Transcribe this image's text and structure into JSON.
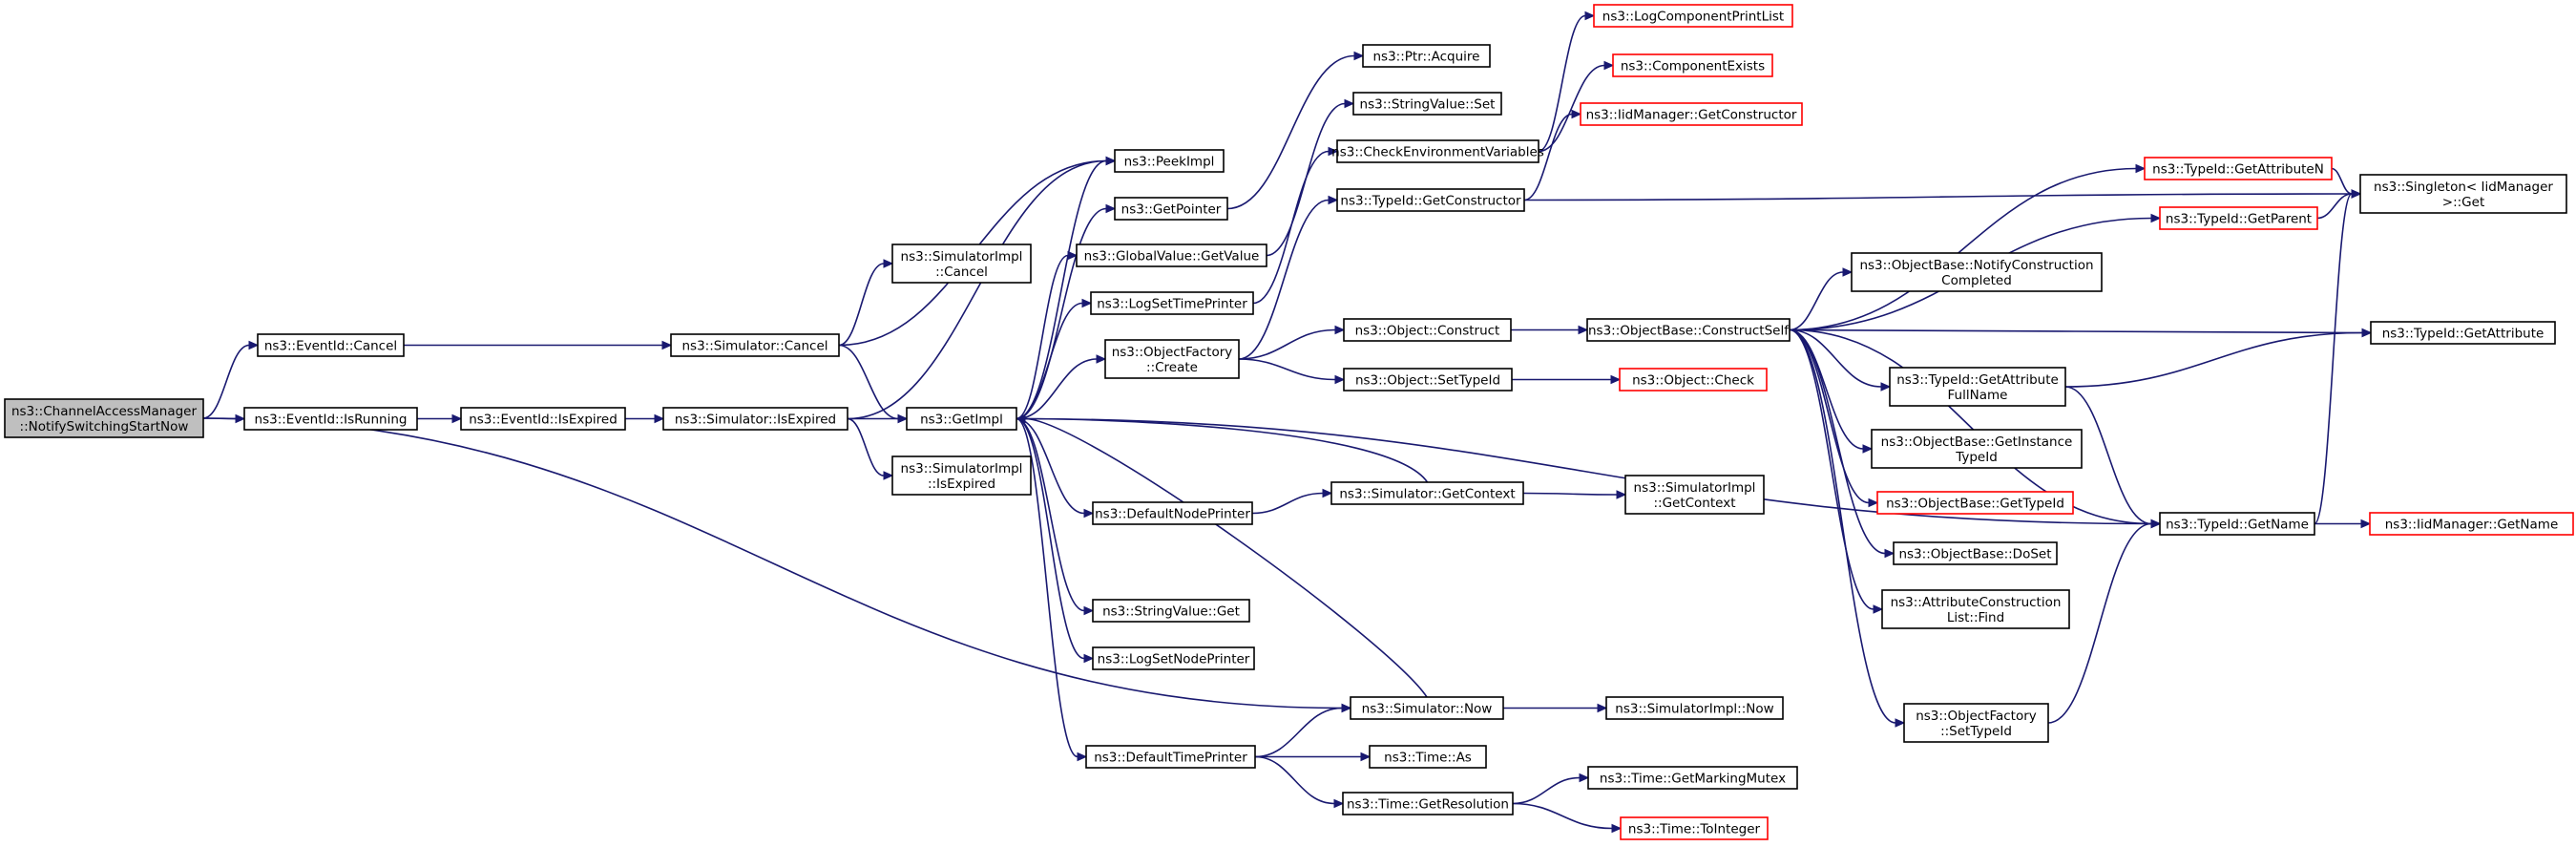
{
  "colors": {
    "edge": "#191970",
    "node_border": "#000000",
    "truncated_border": "#ff0000",
    "root_fill": "#bfbfbf",
    "background": "#ffffff"
  },
  "nodes": [
    {
      "id": "root",
      "lines": [
        "ns3::ChannelAccessManager",
        "::NotifySwitchingStartNow"
      ],
      "style": "root"
    },
    {
      "id": "eventCancel",
      "lines": [
        "ns3::EventId::Cancel"
      ],
      "style": "normal"
    },
    {
      "id": "eventIsRunning",
      "lines": [
        "ns3::EventId::IsRunning"
      ],
      "style": "normal"
    },
    {
      "id": "eventIsExpired",
      "lines": [
        "ns3::EventId::IsExpired"
      ],
      "style": "normal"
    },
    {
      "id": "simCancel",
      "lines": [
        "ns3::Simulator::Cancel"
      ],
      "style": "normal"
    },
    {
      "id": "simIsExpired",
      "lines": [
        "ns3::Simulator::IsExpired"
      ],
      "style": "normal"
    },
    {
      "id": "simImplCancel",
      "lines": [
        "ns3::SimulatorImpl",
        "::Cancel"
      ],
      "style": "normal"
    },
    {
      "id": "simImplIsExpired",
      "lines": [
        "ns3::SimulatorImpl",
        "::IsExpired"
      ],
      "style": "normal"
    },
    {
      "id": "getImpl",
      "lines": [
        "ns3::GetImpl"
      ],
      "style": "normal"
    },
    {
      "id": "peekImpl",
      "lines": [
        "ns3::PeekImpl"
      ],
      "style": "normal"
    },
    {
      "id": "getPointer",
      "lines": [
        "ns3::GetPointer"
      ],
      "style": "normal"
    },
    {
      "id": "gvGetValue",
      "lines": [
        "ns3::GlobalValue::GetValue"
      ],
      "style": "normal"
    },
    {
      "id": "logSetTimePrinter",
      "lines": [
        "ns3::LogSetTimePrinter"
      ],
      "style": "normal"
    },
    {
      "id": "ofCreate",
      "lines": [
        "ns3::ObjectFactory",
        "::Create"
      ],
      "style": "normal"
    },
    {
      "id": "defaultNodePrinter",
      "lines": [
        "ns3::DefaultNodePrinter"
      ],
      "style": "normal"
    },
    {
      "id": "stringValueGet",
      "lines": [
        "ns3::StringValue::Get"
      ],
      "style": "normal"
    },
    {
      "id": "logSetNodePrinter",
      "lines": [
        "ns3::LogSetNodePrinter"
      ],
      "style": "normal"
    },
    {
      "id": "defaultTimePrinter",
      "lines": [
        "ns3::DefaultTimePrinter"
      ],
      "style": "normal"
    },
    {
      "id": "ptrAcquire",
      "lines": [
        "ns3::Ptr::Acquire"
      ],
      "style": "normal"
    },
    {
      "id": "stringValueSet",
      "lines": [
        "ns3::StringValue::Set"
      ],
      "style": "normal"
    },
    {
      "id": "checkEnv",
      "lines": [
        "ns3::CheckEnvironmentVariables"
      ],
      "style": "normal"
    },
    {
      "id": "typeIdGetConstructor",
      "lines": [
        "ns3::TypeId::GetConstructor"
      ],
      "style": "normal"
    },
    {
      "id": "objConstruct",
      "lines": [
        "ns3::Object::Construct"
      ],
      "style": "normal"
    },
    {
      "id": "objSetTypeId",
      "lines": [
        "ns3::Object::SetTypeId"
      ],
      "style": "normal"
    },
    {
      "id": "simGetContext",
      "lines": [
        "ns3::Simulator::GetContext"
      ],
      "style": "normal"
    },
    {
      "id": "simNow",
      "lines": [
        "ns3::Simulator::Now"
      ],
      "style": "normal"
    },
    {
      "id": "timeAs",
      "lines": [
        "ns3::Time::As"
      ],
      "style": "normal"
    },
    {
      "id": "timeGetResolution",
      "lines": [
        "ns3::Time::GetResolution"
      ],
      "style": "normal"
    },
    {
      "id": "logComponentPrintList",
      "lines": [
        "ns3::LogComponentPrintList"
      ],
      "style": "red"
    },
    {
      "id": "componentExists",
      "lines": [
        "ns3::ComponentExists"
      ],
      "style": "red"
    },
    {
      "id": "iidGetConstructor",
      "lines": [
        "ns3::IidManager::GetConstructor"
      ],
      "style": "red"
    },
    {
      "id": "constructSelf",
      "lines": [
        "ns3::ObjectBase::ConstructSelf"
      ],
      "style": "normal"
    },
    {
      "id": "objCheck",
      "lines": [
        "ns3::Object::Check"
      ],
      "style": "red"
    },
    {
      "id": "simImplGetContext",
      "lines": [
        "ns3::SimulatorImpl",
        "::GetContext"
      ],
      "style": "normal"
    },
    {
      "id": "simImplNow",
      "lines": [
        "ns3::SimulatorImpl::Now"
      ],
      "style": "normal"
    },
    {
      "id": "timeGetMarkingMutex",
      "lines": [
        "ns3::Time::GetMarkingMutex"
      ],
      "style": "normal"
    },
    {
      "id": "timeToInteger",
      "lines": [
        "ns3::Time::ToInteger"
      ],
      "style": "red"
    },
    {
      "id": "typeIdGetAttributeN",
      "lines": [
        "ns3::TypeId::GetAttributeN"
      ],
      "style": "red"
    },
    {
      "id": "typeIdGetParent",
      "lines": [
        "ns3::TypeId::GetParent"
      ],
      "style": "red"
    },
    {
      "id": "notifyConstructionCompleted",
      "lines": [
        "ns3::ObjectBase::NotifyConstruction",
        "Completed"
      ],
      "style": "normal"
    },
    {
      "id": "getAttributeFullName",
      "lines": [
        "ns3::TypeId::GetAttribute",
        "FullName"
      ],
      "style": "normal"
    },
    {
      "id": "getInstanceTypeId",
      "lines": [
        "ns3::ObjectBase::GetInstance",
        "TypeId"
      ],
      "style": "normal"
    },
    {
      "id": "objBaseGetTypeId",
      "lines": [
        "ns3::ObjectBase::GetTypeId"
      ],
      "style": "red"
    },
    {
      "id": "doSet",
      "lines": [
        "ns3::ObjectBase::DoSet"
      ],
      "style": "normal"
    },
    {
      "id": "attrConstructionListFind",
      "lines": [
        "ns3::AttributeConstruction",
        "List::Find"
      ],
      "style": "normal"
    },
    {
      "id": "ofSetTypeId",
      "lines": [
        "ns3::ObjectFactory",
        "::SetTypeId"
      ],
      "style": "normal"
    },
    {
      "id": "singletonGet",
      "lines": [
        "ns3::Singleton< IidManager",
        " >::Get"
      ],
      "style": "normal"
    },
    {
      "id": "typeIdGetAttribute",
      "lines": [
        "ns3::TypeId::GetAttribute"
      ],
      "style": "normal"
    },
    {
      "id": "typeIdGetName",
      "lines": [
        "ns3::TypeId::GetName"
      ],
      "style": "normal"
    },
    {
      "id": "iidGetName",
      "lines": [
        "ns3::IidManager::GetName"
      ],
      "style": "red"
    }
  ],
  "edges": [
    [
      "root",
      "eventCancel"
    ],
    [
      "root",
      "eventIsRunning"
    ],
    [
      "root",
      "simNow"
    ],
    [
      "eventCancel",
      "simCancel"
    ],
    [
      "eventIsRunning",
      "eventIsExpired"
    ],
    [
      "eventIsExpired",
      "simIsExpired"
    ],
    [
      "simCancel",
      "simImplCancel"
    ],
    [
      "simCancel",
      "getImpl"
    ],
    [
      "simCancel",
      "peekImpl"
    ],
    [
      "simIsExpired",
      "getImpl"
    ],
    [
      "simIsExpired",
      "simImplIsExpired"
    ],
    [
      "simIsExpired",
      "peekImpl"
    ],
    [
      "getImpl",
      "peekImpl"
    ],
    [
      "getImpl",
      "getPointer"
    ],
    [
      "getImpl",
      "gvGetValue"
    ],
    [
      "getImpl",
      "logSetTimePrinter"
    ],
    [
      "getImpl",
      "ofCreate"
    ],
    [
      "getImpl",
      "defaultNodePrinter"
    ],
    [
      "getImpl",
      "stringValueGet"
    ],
    [
      "getImpl",
      "logSetNodePrinter"
    ],
    [
      "getImpl",
      "defaultTimePrinter"
    ],
    [
      "getImpl",
      "typeIdGetName"
    ],
    [
      "getPointer",
      "ptrAcquire"
    ],
    [
      "gvGetValue",
      "stringValueSet"
    ],
    [
      "logSetTimePrinter",
      "checkEnv"
    ],
    [
      "ofCreate",
      "typeIdGetConstructor"
    ],
    [
      "ofCreate",
      "objConstruct"
    ],
    [
      "ofCreate",
      "objSetTypeId"
    ],
    [
      "defaultNodePrinter",
      "simGetContext"
    ],
    [
      "simGetContext",
      "getImpl"
    ],
    [
      "simGetContext",
      "simImplGetContext"
    ],
    [
      "defaultTimePrinter",
      "simNow"
    ],
    [
      "defaultTimePrinter",
      "timeAs"
    ],
    [
      "defaultTimePrinter",
      "timeGetResolution"
    ],
    [
      "simNow",
      "getImpl"
    ],
    [
      "simNow",
      "simImplNow"
    ],
    [
      "timeGetResolution",
      "timeGetMarkingMutex"
    ],
    [
      "timeGetResolution",
      "timeToInteger"
    ],
    [
      "checkEnv",
      "logComponentPrintList"
    ],
    [
      "checkEnv",
      "componentExists"
    ],
    [
      "typeIdGetConstructor",
      "iidGetConstructor"
    ],
    [
      "typeIdGetConstructor",
      "singletonGet"
    ],
    [
      "objConstruct",
      "constructSelf"
    ],
    [
      "objSetTypeId",
      "objCheck"
    ],
    [
      "constructSelf",
      "typeIdGetAttributeN"
    ],
    [
      "constructSelf",
      "typeIdGetParent"
    ],
    [
      "constructSelf",
      "notifyConstructionCompleted"
    ],
    [
      "constructSelf",
      "typeIdGetAttribute"
    ],
    [
      "constructSelf",
      "getAttributeFullName"
    ],
    [
      "constructSelf",
      "getInstanceTypeId"
    ],
    [
      "constructSelf",
      "objBaseGetTypeId"
    ],
    [
      "constructSelf",
      "doSet"
    ],
    [
      "constructSelf",
      "attrConstructionListFind"
    ],
    [
      "constructSelf",
      "ofSetTypeId"
    ],
    [
      "constructSelf",
      "typeIdGetName"
    ],
    [
      "typeIdGetAttributeN",
      "singletonGet"
    ],
    [
      "typeIdGetParent",
      "singletonGet"
    ],
    [
      "getAttributeFullName",
      "typeIdGetAttribute"
    ],
    [
      "getAttributeFullName",
      "typeIdGetName"
    ],
    [
      "ofSetTypeId",
      "typeIdGetName"
    ],
    [
      "typeIdGetName",
      "singletonGet"
    ],
    [
      "typeIdGetName",
      "iidGetName"
    ]
  ]
}
